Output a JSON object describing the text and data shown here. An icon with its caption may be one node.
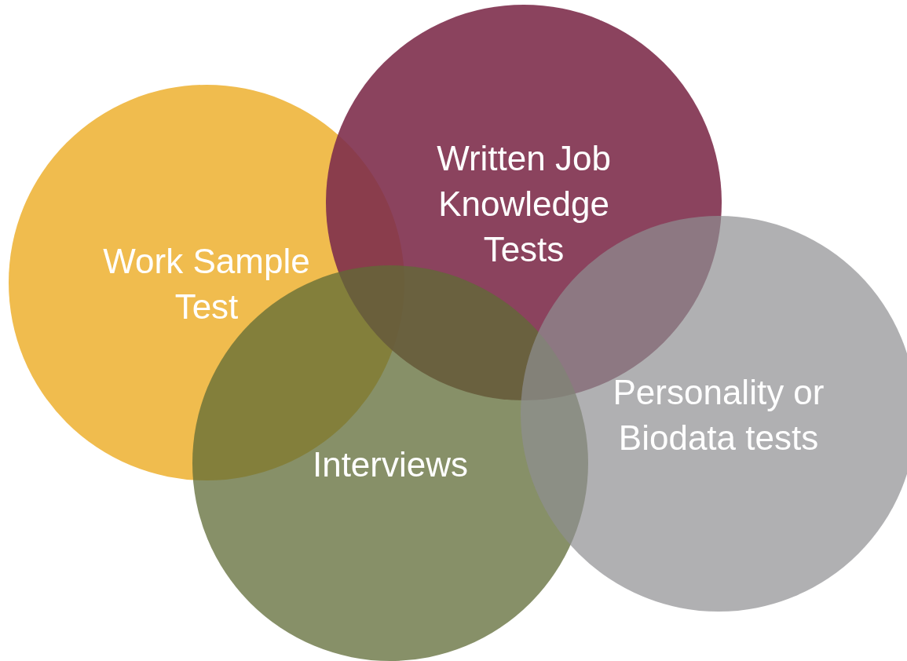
{
  "diagram": {
    "nodes": [
      {
        "text": [
          "Work Sample Test"
        ]
      },
      {
        "text": [
          "Written Job Knowledge Tests"
        ]
      },
      {
        "text": [
          "Interviews"
        ]
      },
      {
        "text": [
          "Personality or Biodata tests"
        ]
      }
    ]
  }
}
